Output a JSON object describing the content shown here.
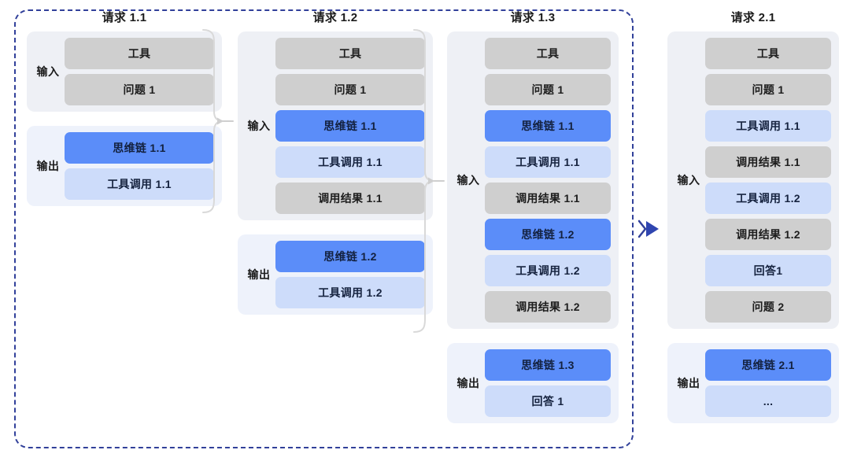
{
  "diagram": {
    "title_prefix": "请求",
    "input_label": "输入",
    "output_label": "输出",
    "colors": {
      "accent_blue": "#5b8df9",
      "light_blue": "#cddcfa",
      "gray": "#cfcfcf",
      "input_panel": "#eef0f5",
      "output_panel": "#eef2fb",
      "dashed_border": "#31409a",
      "brace": "#d7d7d7",
      "arrow_blue": "#2f45b0"
    },
    "columns": [
      {
        "title": "请求 1.1",
        "in_dashed_group": true,
        "groups": [
          {
            "label": "输入",
            "kind": "input",
            "chips": [
              {
                "text": "工具",
                "style": "gray"
              },
              {
                "text": "问题 1",
                "style": "gray"
              }
            ]
          },
          {
            "label": "输出",
            "kind": "output",
            "chips": [
              {
                "text": "思维链 1.1",
                "style": "blue"
              },
              {
                "text": "工具调用 1.1",
                "style": "lightblue"
              }
            ]
          }
        ]
      },
      {
        "title": "请求 1.2",
        "in_dashed_group": true,
        "groups": [
          {
            "label": "输入",
            "kind": "input",
            "chips": [
              {
                "text": "工具",
                "style": "gray"
              },
              {
                "text": "问题 1",
                "style": "gray"
              },
              {
                "text": "思维链 1.1",
                "style": "blue"
              },
              {
                "text": "工具调用 1.1",
                "style": "lightblue"
              },
              {
                "text": "调用结果 1.1",
                "style": "gray"
              }
            ]
          },
          {
            "label": "输出",
            "kind": "output",
            "chips": [
              {
                "text": "思维链 1.2",
                "style": "blue"
              },
              {
                "text": "工具调用 1.2",
                "style": "lightblue"
              }
            ]
          }
        ]
      },
      {
        "title": "请求 1.3",
        "in_dashed_group": true,
        "groups": [
          {
            "label": "输入",
            "kind": "input",
            "chips": [
              {
                "text": "工具",
                "style": "gray"
              },
              {
                "text": "问题 1",
                "style": "gray"
              },
              {
                "text": "思维链 1.1",
                "style": "blue"
              },
              {
                "text": "工具调用 1.1",
                "style": "lightblue"
              },
              {
                "text": "调用结果 1.1",
                "style": "gray"
              },
              {
                "text": "思维链 1.2",
                "style": "blue"
              },
              {
                "text": "工具调用 1.2",
                "style": "lightblue"
              },
              {
                "text": "调用结果 1.2",
                "style": "gray"
              }
            ]
          },
          {
            "label": "输出",
            "kind": "output",
            "chips": [
              {
                "text": "思维链 1.3",
                "style": "blue"
              },
              {
                "text": "回答 1",
                "style": "lightblue"
              }
            ]
          }
        ]
      },
      {
        "title": "请求 2.1",
        "in_dashed_group": false,
        "groups": [
          {
            "label": "输入",
            "kind": "input",
            "chips": [
              {
                "text": "工具",
                "style": "gray"
              },
              {
                "text": "问题 1",
                "style": "gray"
              },
              {
                "text": "工具调用 1.1",
                "style": "lightblue"
              },
              {
                "text": "调用结果 1.1",
                "style": "gray"
              },
              {
                "text": "工具调用 1.2",
                "style": "lightblue"
              },
              {
                "text": "调用结果 1.2",
                "style": "gray"
              },
              {
                "text": "回答1",
                "style": "lightblue"
              },
              {
                "text": "问题 2",
                "style": "gray"
              }
            ]
          },
          {
            "label": "输出",
            "kind": "output",
            "chips": [
              {
                "text": "思维链 2.1",
                "style": "blue"
              },
              {
                "text": "...",
                "style": "lightblue"
              }
            ]
          }
        ]
      }
    ],
    "connectors": [
      {
        "name": "brace-col1-to-col2",
        "from": "请求 1.1",
        "to": "请求 1.2"
      },
      {
        "name": "brace-col2-to-col3",
        "from": "请求 1.2",
        "to": "请求 1.3"
      },
      {
        "name": "arrow-col3-to-col4",
        "from": "请求 1.3",
        "to": "请求 2.1"
      }
    ]
  }
}
